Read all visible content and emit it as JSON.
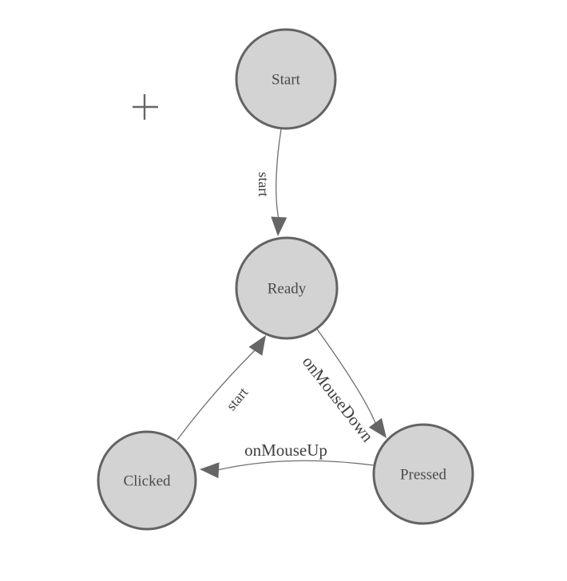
{
  "diagram": {
    "type": "state-machine",
    "background": "#ffffff",
    "colors": {
      "node_fill": "#d3d3d3",
      "node_stroke": "#636363",
      "edge_stroke": "#6f6f6f",
      "arrowhead": "#666666",
      "node_text": "#4a4a4a",
      "edge_text": "#3f3f3f",
      "crosshair": "#666666"
    },
    "nodes": [
      {
        "id": "start",
        "label": "Start"
      },
      {
        "id": "ready",
        "label": "Ready"
      },
      {
        "id": "clicked",
        "label": "Clicked"
      },
      {
        "id": "pressed",
        "label": "Pressed"
      }
    ],
    "edges": [
      {
        "from": "Start",
        "to": "Ready",
        "label": "start"
      },
      {
        "from": "Ready",
        "to": "Pressed",
        "label": "onMouseDown"
      },
      {
        "from": "Pressed",
        "to": "Clicked",
        "label": "onMouseUp"
      },
      {
        "from": "Clicked",
        "to": "Ready",
        "label": "start"
      }
    ],
    "cursor": {
      "glyph": "+",
      "name": "crosshair"
    }
  }
}
